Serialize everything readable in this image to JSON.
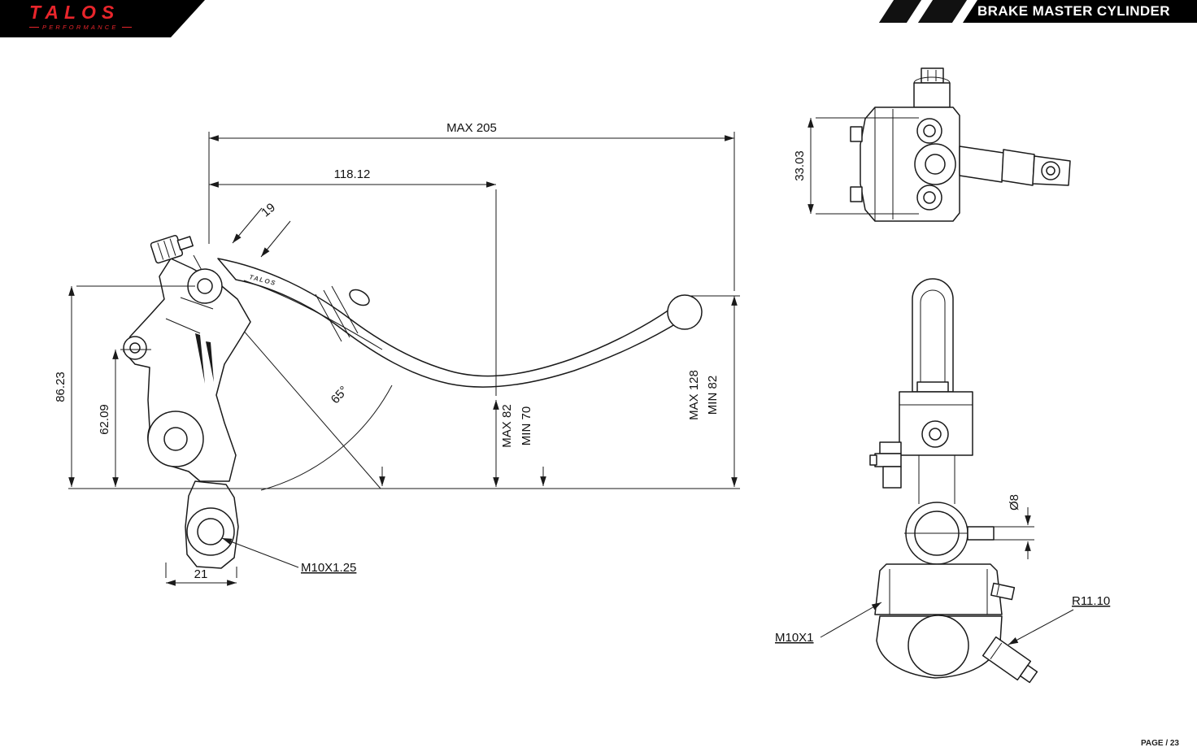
{
  "header": {
    "logo_title": "TALOS",
    "logo_subtitle": "PERFORMANCE",
    "page_title": "BRAKE MASTER CYLINDER"
  },
  "side_view": {
    "max_length": "MAX 205",
    "pivot_to_bend": "118.12",
    "adjuster_span": "19",
    "height_total": "86.23",
    "height_lower": "62.09",
    "lever_angle": "65°",
    "lever_drop_max": "MAX 82",
    "lever_drop_min": "MIN 70",
    "tip_height_max": "MAX 128",
    "tip_height_min": "MIN 82",
    "mount_thread": "M10X1.25",
    "mount_width": "21",
    "lever_brand": "TALOS"
  },
  "top_view": {
    "bolt_spacing": "33.03"
  },
  "front_view": {
    "pin_diameter": "Ø8",
    "outlet_thread": "M10X1",
    "clamp_radius": "R11.10"
  },
  "footer": {
    "page_label": "PAGE / 23"
  },
  "colors": {
    "line": "#1a1a1a",
    "brand_red": "#e8252b",
    "banner_black": "#000000"
  }
}
